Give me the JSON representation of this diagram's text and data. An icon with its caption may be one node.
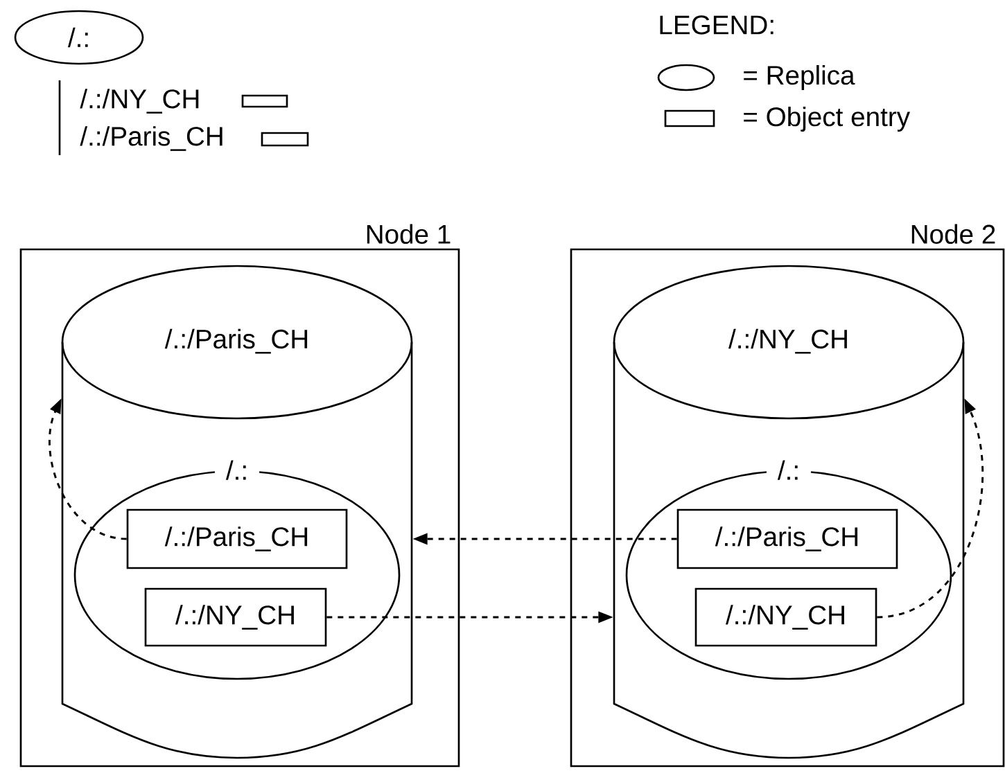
{
  "diagram": {
    "nodes": [
      {
        "text": [
          "/.:"
        ]
      },
      {
        "text": [
          "Node 1"
        ]
      },
      {
        "text": [
          "/.:/Paris_CH"
        ],
        "in": 1
      },
      {
        "text": [
          "/.:"
        ],
        "in": 2
      },
      {
        "text": [
          "/.:/Paris_CH"
        ],
        "in": 3
      },
      {
        "text": [
          "/.:/NY_CH"
        ],
        "in": 3
      },
      {
        "text": [
          "Node 2"
        ]
      },
      {
        "text": [
          "/.:/NY_CH"
        ],
        "in": 6
      },
      {
        "text": [
          "/.:"
        ],
        "in": 7
      },
      {
        "text": [
          "/.:/Paris_CH"
        ],
        "in": 8
      },
      {
        "text": [
          "/.:/NY_CH"
        ],
        "in": 8
      }
    ],
    "edges": [
      {
        "from": 4,
        "to": 2,
        "arrow": "to",
        "style": "dashed"
      },
      {
        "from": 9,
        "to": 2,
        "arrow": "to",
        "style": "dashed"
      },
      {
        "from": 5,
        "to": 7,
        "arrow": "to",
        "style": "dashed"
      },
      {
        "from": 10,
        "to": 7,
        "arrow": "to",
        "style": "dashed"
      }
    ],
    "labels": [
      "/.:/NY_CH",
      "/.:/Paris_CH",
      "LEGEND:"
    ],
    "legend": [
      {
        "text": "= Replica"
      },
      {
        "text": "= Object entry"
      }
    ]
  }
}
